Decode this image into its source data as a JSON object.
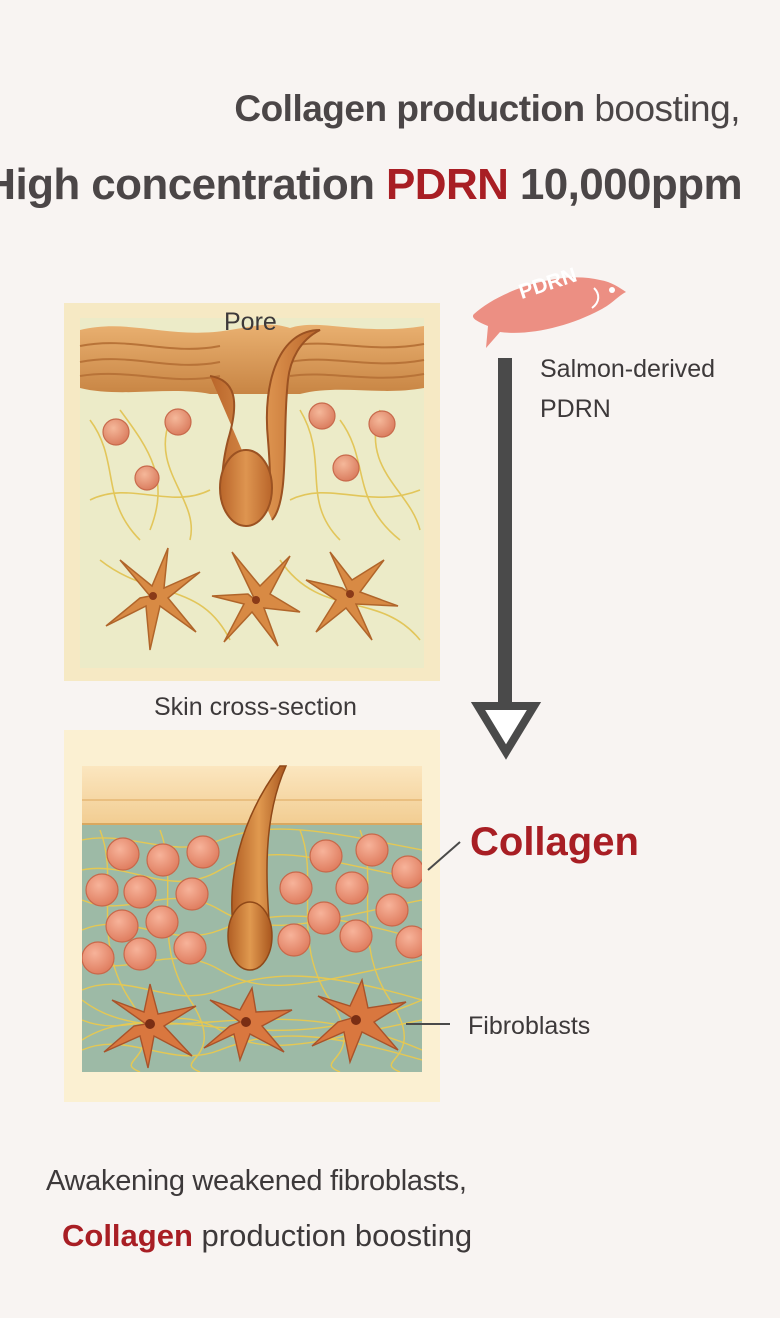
{
  "header": {
    "line1_bold": "Collagen production",
    "line1_rest": " boosting,",
    "line2_pre": "High concentration ",
    "line2_accent": "PDRN",
    "line2_post": " 10,000ppm"
  },
  "diagram": {
    "pore_label": "Pore",
    "skin_label": "Skin cross-section",
    "fish_text": "PDRN",
    "source_label_1": "Salmon-derived",
    "source_label_2": "PDRN",
    "collagen_label": "Collagen",
    "fibroblasts_label": "Fibroblasts"
  },
  "footer": {
    "line1": "Awakening weakened fibroblasts,",
    "line2_accent": "Collagen",
    "line2_rest": " production boosting"
  },
  "colors": {
    "accent": "#a81e24",
    "text": "#4b4647",
    "background": "#f8f4f2",
    "arrow": "#4a4a4a"
  }
}
